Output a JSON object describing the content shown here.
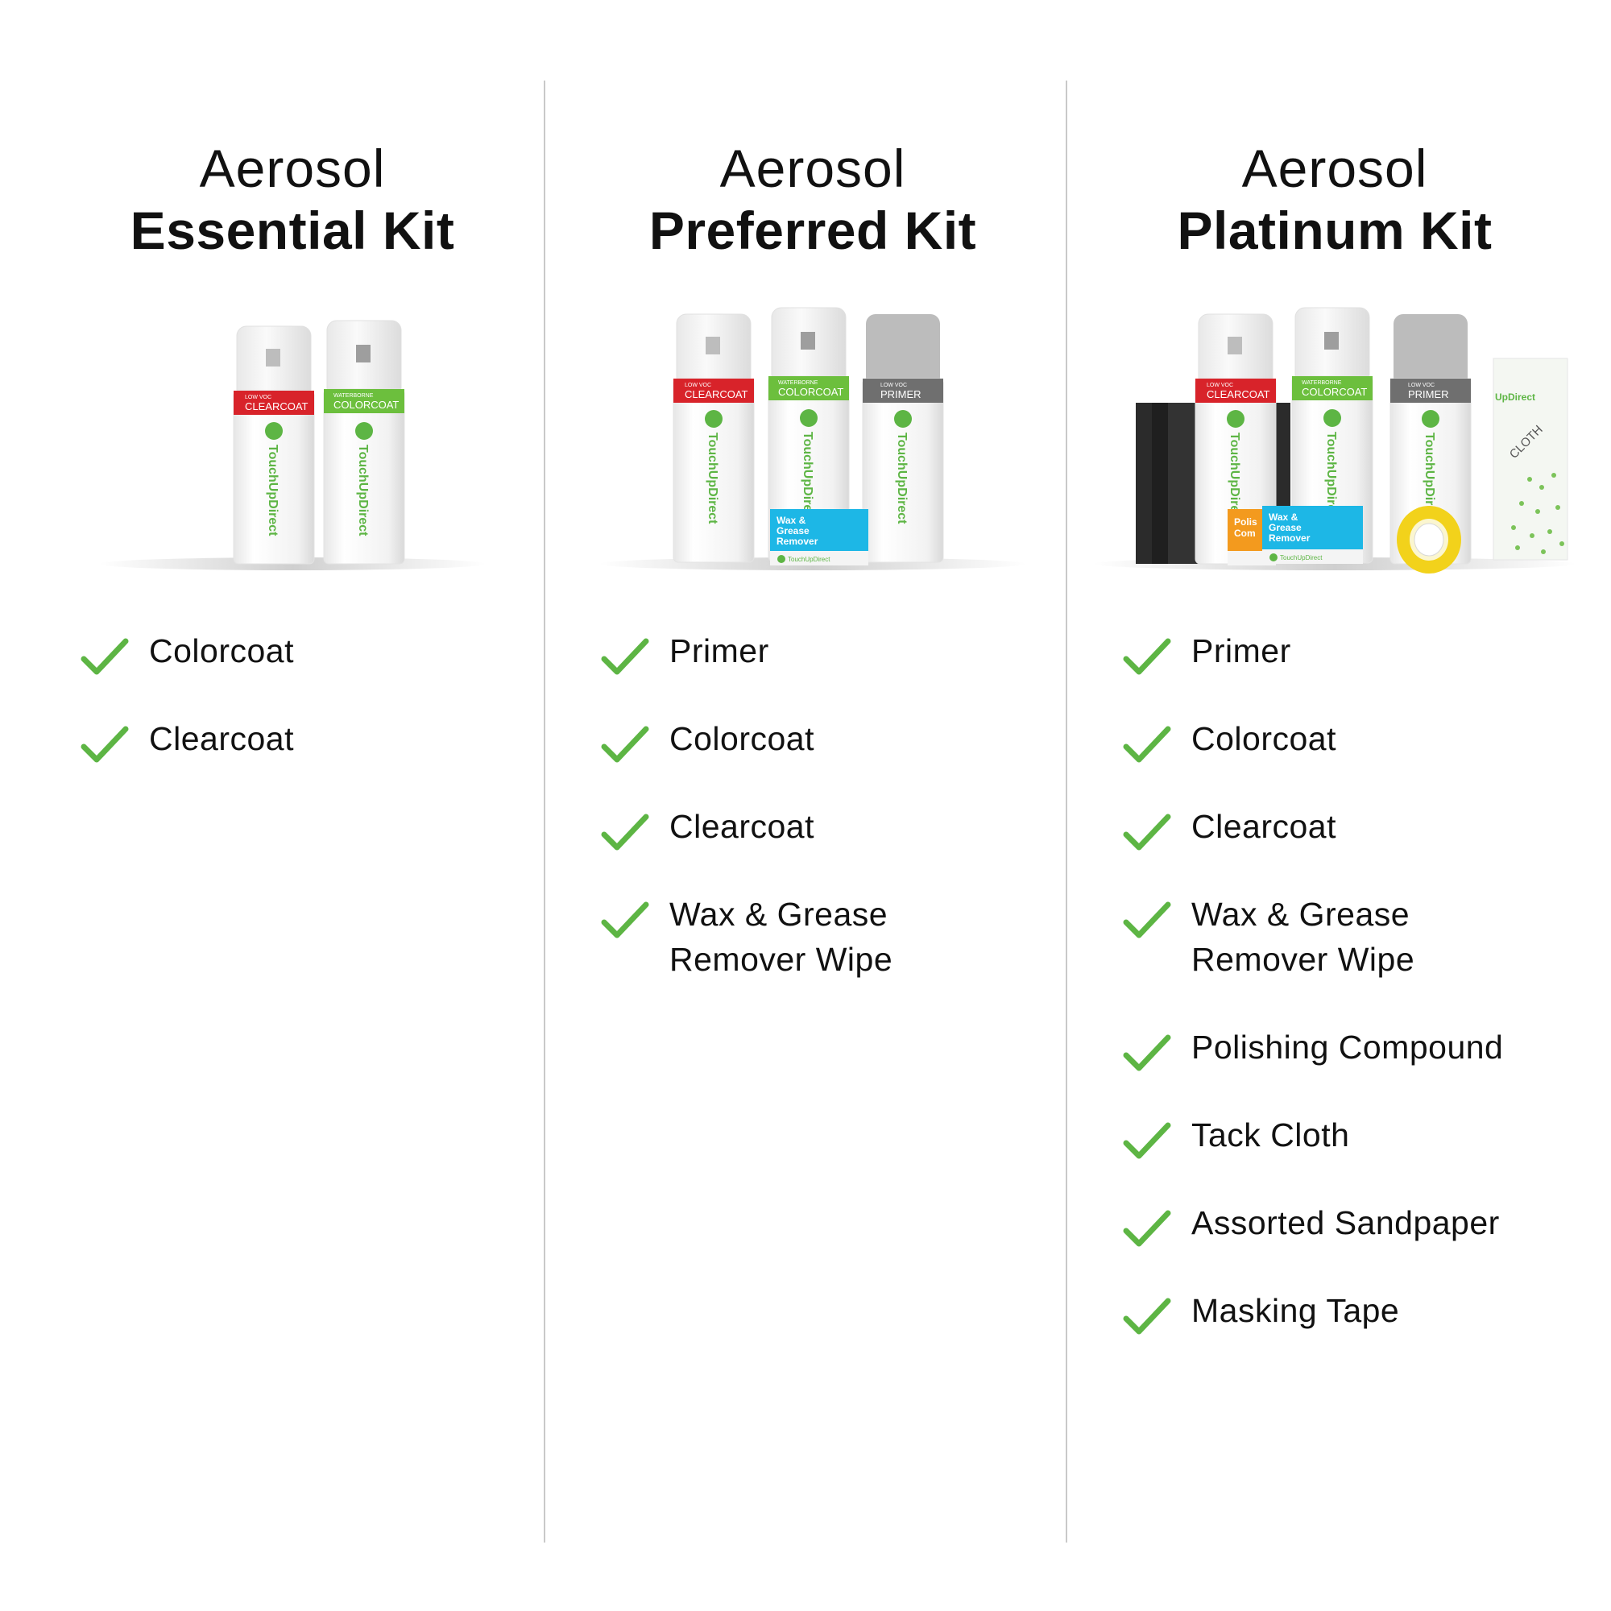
{
  "accent_green": "#5db544",
  "kits": [
    {
      "title_line1": "Aerosol",
      "title_line2": "Essential Kit",
      "image_alt": "Aerosol Essential Kit products",
      "cans": [
        {
          "label_small": "LOW VOC",
          "label": "CLEARCOAT",
          "band_color": "#d8232a"
        },
        {
          "label_small": "WATERBORNE",
          "label": "COLORCOAT",
          "band_color": "#6cbf3d"
        }
      ],
      "brand": "TouchUpDirect",
      "features": [
        "Colorcoat",
        "Clearcoat"
      ]
    },
    {
      "title_line1": "Aerosol",
      "title_line2": "Preferred Kit",
      "image_alt": "Aerosol Preferred Kit products",
      "cans": [
        {
          "label_small": "LOW VOC",
          "label": "CLEARCOAT",
          "band_color": "#d8232a"
        },
        {
          "label_small": "WATERBORNE",
          "label": "COLORCOAT",
          "band_color": "#6cbf3d"
        },
        {
          "label_small": "LOW VOC",
          "label": "PRIMER",
          "band_color": "#6f6f6f"
        }
      ],
      "brand": "TouchUpDirect",
      "wipe_label": "Wax & Grease Remover",
      "features": [
        "Primer",
        "Colorcoat",
        "Clearcoat",
        "Wax & Grease Remover Wipe"
      ]
    },
    {
      "title_line1": "Aerosol",
      "title_line2": "Platinum Kit",
      "image_alt": "Aerosol Platinum Kit products",
      "cans": [
        {
          "label_small": "LOW VOC",
          "label": "CLEARCOAT",
          "band_color": "#d8232a"
        },
        {
          "label_small": "WATERBORNE",
          "label": "COLORCOAT",
          "band_color": "#6cbf3d"
        },
        {
          "label_small": "LOW VOC",
          "label": "PRIMER",
          "band_color": "#6f6f6f"
        }
      ],
      "brand": "TouchUpDirect",
      "wipe_label": "Wax & Grease Remover",
      "polish_label": "Polis Com",
      "cloth_label": "CLOTH",
      "features": [
        "Primer",
        "Colorcoat",
        "Clearcoat",
        "Wax & Grease Remover Wipe",
        "Polishing Compound",
        "Tack Cloth",
        "Assorted Sandpaper",
        "Masking Tape"
      ]
    }
  ]
}
